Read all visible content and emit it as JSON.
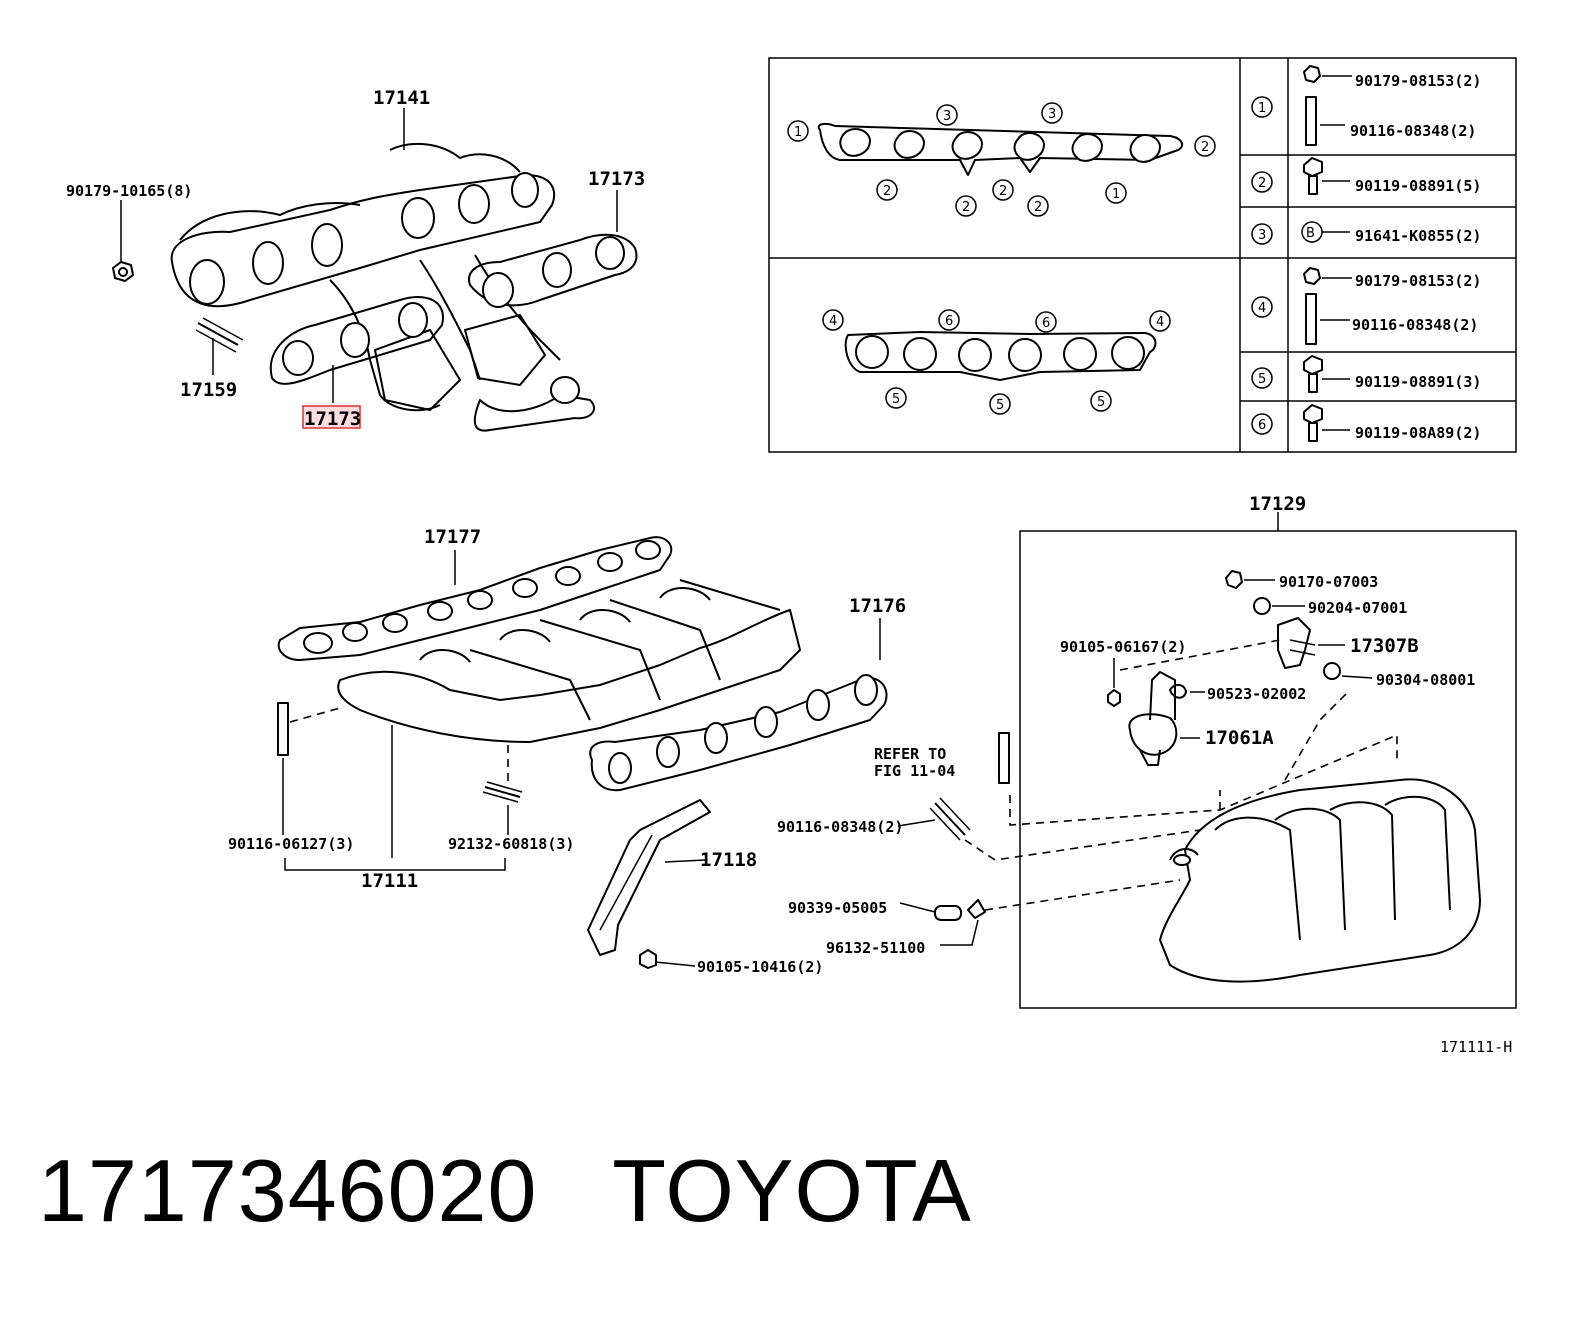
{
  "footer": {
    "part_number": "1717346020",
    "brand": "TOYOTA"
  },
  "diagram_code": "171111-H",
  "top_left": {
    "part_17141": "17141",
    "part_17173_right": "17173",
    "part_90179_10165": "90179-10165(8)",
    "part_17159": "17159",
    "part_17173_highlighted": "17173"
  },
  "gasket_table": {
    "upper_circles": [
      "1",
      "3",
      "3",
      "2",
      "2",
      "2",
      "2",
      "2",
      "1"
    ],
    "lower_circles": [
      "4",
      "6",
      "6",
      "4",
      "5",
      "5",
      "5"
    ],
    "rows": [
      {
        "ref": "1",
        "parts": [
          "90179-08153(2)",
          "90116-08348(2)"
        ]
      },
      {
        "ref": "2",
        "parts": [
          "90119-08891(5)"
        ]
      },
      {
        "ref": "3",
        "parts": [
          "91641-K0855(2)"
        ],
        "badge": "B"
      },
      {
        "ref": "4",
        "parts": [
          "90179-08153(2)",
          "90116-08348(2)"
        ]
      },
      {
        "ref": "5",
        "parts": [
          "90119-08891(3)"
        ]
      },
      {
        "ref": "6",
        "parts": [
          "90119-08A89(2)"
        ]
      }
    ]
  },
  "bottom_left": {
    "part_17177": "17177",
    "part_17176": "17176",
    "part_90116_06127": "90116-06127(3)",
    "part_92132_60818": "92132-60818(3)",
    "part_17111": "17111",
    "part_17118": "17118",
    "part_90116_08348": "90116-08348(2)",
    "part_90339_05005": "90339-05005",
    "part_96132_51100": "96132-51100",
    "part_90105_10416": "90105-10416(2)",
    "refer_line1": "REFER TO",
    "refer_line2": "FIG 11-04"
  },
  "intake_box": {
    "part_17129": "17129",
    "part_90170_07003": "90170-07003",
    "part_90204_07001": "90204-07001",
    "part_17307B": "17307B",
    "part_90105_06167": "90105-06167(2)",
    "part_90304_08001": "90304-08001",
    "part_90523_02002": "90523-02002",
    "part_17061A": "17061A"
  }
}
